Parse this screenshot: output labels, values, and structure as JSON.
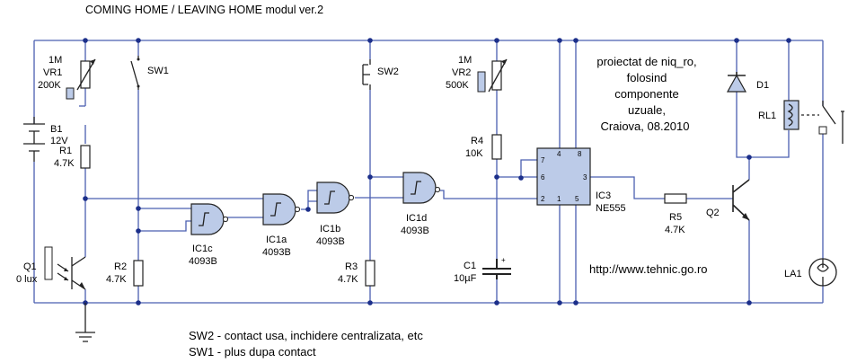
{
  "title": "COMING HOME / LEAVING HOME modul ver.2",
  "credit": [
    "proiectat de niq_ro,",
    "folosind",
    "componente",
    "uzuale,",
    "Craiova, 08.2010"
  ],
  "url": "http://www.tehnic.go.ro",
  "notes": [
    "SW2 - contact usa, inchidere centralizata, etc",
    "SW1 - plus dupa contact"
  ],
  "components": {
    "b1": {
      "name": "B1",
      "value": "12V"
    },
    "vr1": {
      "top": "1M",
      "name": "VR1",
      "value": "200K"
    },
    "r1": {
      "name": "R1",
      "value": "4.7K"
    },
    "q1": {
      "name": "Q1",
      "value": "0 lux"
    },
    "sw1": {
      "name": "SW1"
    },
    "r2": {
      "name": "R2",
      "value": "4.7K"
    },
    "ic1c": {
      "name": "IC1c",
      "value": "4093B"
    },
    "ic1a": {
      "name": "IC1a",
      "value": "4093B"
    },
    "ic1b": {
      "name": "IC1b",
      "value": "4093B"
    },
    "sw2": {
      "name": "SW2"
    },
    "r3": {
      "name": "R3",
      "value": "4.7K"
    },
    "ic1d": {
      "name": "IC1d",
      "value": "4093B"
    },
    "vr2": {
      "top": "1M",
      "name": "VR2",
      "value": "500K"
    },
    "r4": {
      "name": "R4",
      "value": "10K"
    },
    "c1": {
      "name": "C1",
      "value": "10µF",
      "polarity": "+"
    },
    "ic3": {
      "name": "IC3",
      "value": "NE555",
      "pins": [
        "4",
        "8",
        "7",
        "6",
        "2",
        "3",
        "1",
        "5"
      ]
    },
    "r5": {
      "name": "R5",
      "value": "4.7K"
    },
    "q2": {
      "name": "Q2"
    },
    "d1": {
      "name": "D1"
    },
    "rl1": {
      "name": "RL1"
    },
    "la1": {
      "name": "LA1"
    }
  }
}
